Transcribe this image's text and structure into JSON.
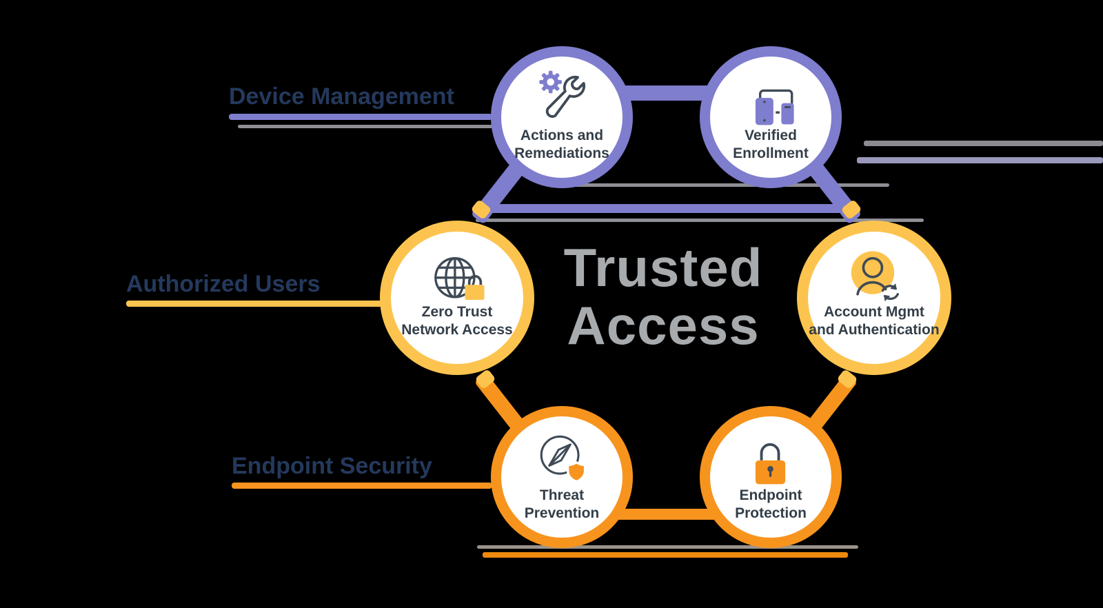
{
  "title": {
    "line1": "Trusted",
    "line2": "Access",
    "color": "#a8abae"
  },
  "groups": [
    {
      "label": "Device Management",
      "color": "#7f7dcd"
    },
    {
      "label": "Authorized Users",
      "color": "#fcc44f"
    },
    {
      "label": "Endpoint Security",
      "color": "#f7941e"
    }
  ],
  "nodes": [
    {
      "label_line1": "Actions and",
      "label_line2": "Remediations",
      "icon": "wrench-gear-icon",
      "ring_color": "#7f7dcd"
    },
    {
      "label_line1": "Verified",
      "label_line2": "Enrollment",
      "icon": "devices-icon",
      "ring_color": "#7f7dcd"
    },
    {
      "label_line1": "Zero Trust",
      "label_line2": "Network Access",
      "icon": "globe-lock-icon",
      "ring_color": "#fcc44f"
    },
    {
      "label_line1": "Account Mgmt",
      "label_line2": "and Authentication",
      "icon": "user-sync-icon",
      "ring_color": "#fcc44f"
    },
    {
      "label_line1": "Threat",
      "label_line2": "Prevention",
      "icon": "compass-shield-icon",
      "ring_color": "#f7941e"
    },
    {
      "label_line1": "Endpoint",
      "label_line2": "Protection",
      "icon": "lock-icon",
      "ring_color": "#f7941e"
    }
  ],
  "colors": {
    "background": "#000000",
    "header_text": "#24395c",
    "caption_text": "#333e48",
    "title_gray": "#a8abae",
    "line_gray": "#8f9096"
  }
}
